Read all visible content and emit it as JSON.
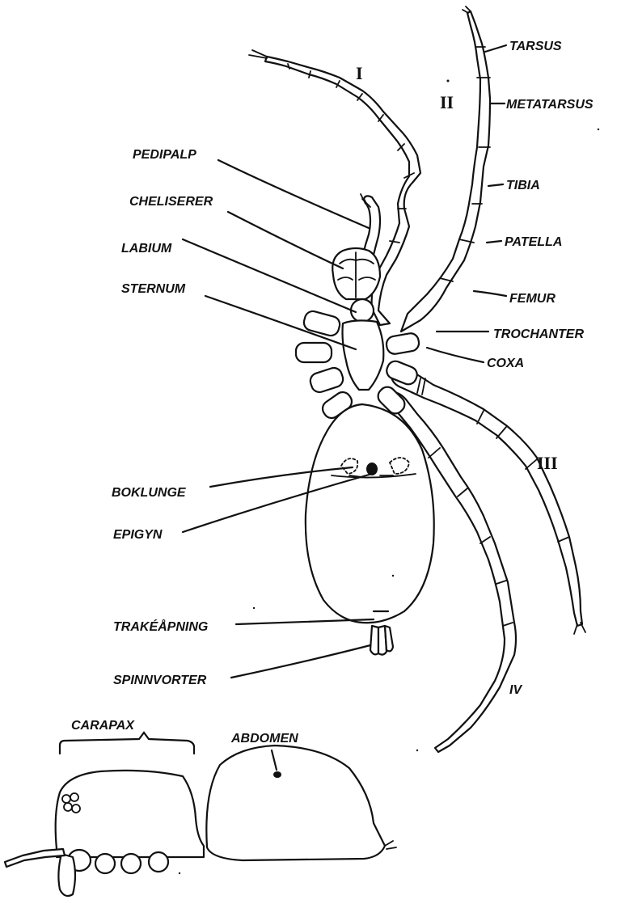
{
  "labels": {
    "tarsus": "TARSUS",
    "metatarsus": "METATARSUS",
    "tibia": "TIBIA",
    "patella": "PATELLA",
    "femur": "FEMUR",
    "trochanter": "TROCHANTER",
    "coxa": "COXA",
    "pedipalp": "PEDIPALP",
    "cheliserer": "CHELISERER",
    "labium": "LABIUM",
    "sternum": "STERNUM",
    "boklunge": "BOKLUNGE",
    "epigyn": "EPIGYN",
    "trakeapning": "TRAKÉÅPNING",
    "spinnvorter": "SPINNVORTER",
    "carapax": "CARAPAX",
    "abdomen": "ABDOMEN"
  },
  "legs": {
    "leg1": "I",
    "leg2": "II",
    "leg3": "III",
    "leg4": "IV"
  }
}
